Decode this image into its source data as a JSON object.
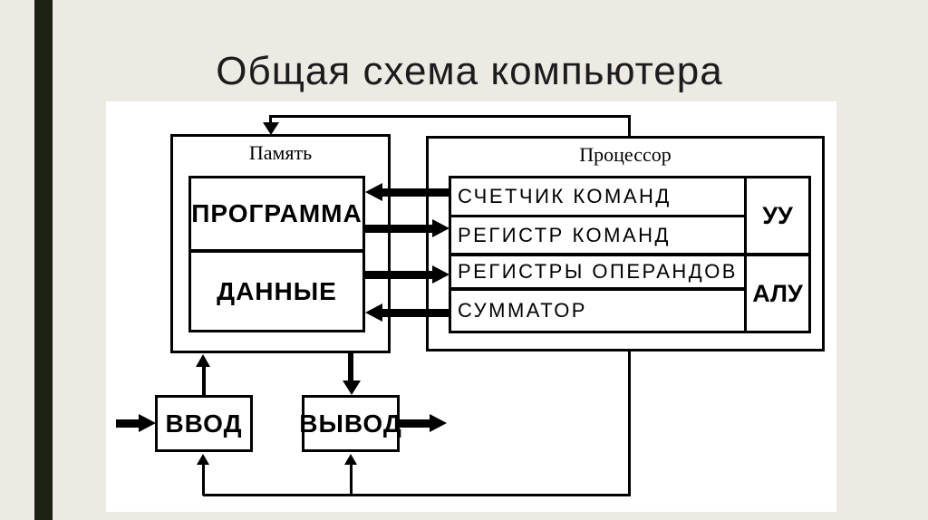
{
  "slide": {
    "title": "Общая схема компьютера"
  },
  "colors": {
    "background": "#EDEAE3",
    "accent_bar": "#1D2114",
    "canvas": "#FFFFFF",
    "ink": "#000000",
    "title_text": "#1C1C1C"
  },
  "diagram": {
    "memory": {
      "title": "Память",
      "cells": [
        {
          "label": "ПРОГРАММА"
        },
        {
          "label": "ДАННЫЕ"
        }
      ]
    },
    "processor": {
      "title": "Процессор",
      "rows": [
        {
          "label": "СЧЕТЧИК КОМАНД"
        },
        {
          "label": "РЕГИСТР КОМАНД"
        },
        {
          "label": "РЕГИСТРЫ ОПЕРАНДОВ"
        },
        {
          "label": "СУММАТОР"
        }
      ],
      "units": [
        {
          "label": "УУ"
        },
        {
          "label": "АЛУ"
        }
      ]
    },
    "io_blocks": [
      {
        "label": "ВВОД"
      },
      {
        "label": "ВЫВОД"
      }
    ],
    "connections": [
      "СЧЕТЧИК КОМАНД → ПРОГРАММА",
      "ПРОГРАММА → РЕГИСТР КОМАНД",
      "ДАННЫЕ → РЕГИСТРЫ ОПЕРАНДОВ",
      "СУММАТОР → ДАННЫЕ",
      "Процессор → Память (верхняя линия)",
      "ВВОД → Память",
      "Память → ВЫВОД",
      "вход → ВВОД",
      "ВЫВОД → выход",
      "Процессор → ВВОД и ВЫВОД (нижняя линия)"
    ]
  }
}
